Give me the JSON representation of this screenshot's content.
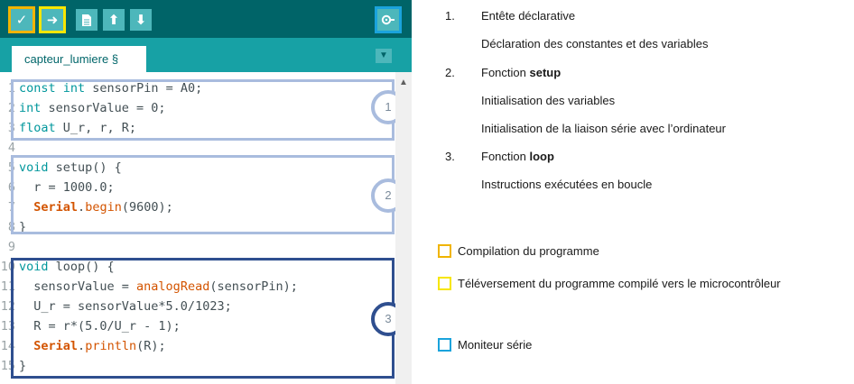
{
  "toolbar": {
    "verify_icon": "checkmark-icon",
    "upload_icon": "arrow-right-icon",
    "new_icon": "new-file-icon",
    "open_icon": "open-arrow-up-icon",
    "save_icon": "save-arrow-down-icon",
    "serial_monitor_icon": "magnifier-icon"
  },
  "tab": {
    "label": "capteur_lumiere §"
  },
  "code_lines": [
    {
      "n": "1",
      "text": "const int sensorPin = A0;"
    },
    {
      "n": "2",
      "text": "int sensorValue = 0;"
    },
    {
      "n": "3",
      "text": "float U_r, r, R;"
    },
    {
      "n": "4",
      "text": ""
    },
    {
      "n": "5",
      "text": "void setup() {"
    },
    {
      "n": "6",
      "text": "  r = 1000.0;"
    },
    {
      "n": "7",
      "text": "  Serial.begin(9600);"
    },
    {
      "n": "8",
      "text": "}"
    },
    {
      "n": "9",
      "text": ""
    },
    {
      "n": "10",
      "text": "void loop() {"
    },
    {
      "n": "11",
      "text": "  sensorValue = analogRead(sensorPin);"
    },
    {
      "n": "12",
      "text": "  U_r = sensorValue*5.0/1023;"
    },
    {
      "n": "13",
      "text": "  R = r*(5.0/U_r - 1);"
    },
    {
      "n": "14",
      "text": "  Serial.println(R);"
    },
    {
      "n": "15",
      "text": "}"
    }
  ],
  "blocks": [
    {
      "label": "1",
      "color": "#a9bcde"
    },
    {
      "label": "2",
      "color": "#a9bcde"
    },
    {
      "label": "3",
      "color": "#2f4f8f"
    }
  ],
  "legend": {
    "items": [
      {
        "num": "1.",
        "title": "Entête déclarative",
        "bold": "",
        "subs": [
          "Déclaration des constantes et des variables"
        ]
      },
      {
        "num": "2.",
        "title": "Fonction ",
        "bold": "setup",
        "subs": [
          "Initialisation des variables",
          "Initialisation de la liaison série avec l’ordinateur"
        ]
      },
      {
        "num": "3.",
        "title": "Fonction ",
        "bold": "loop",
        "subs": [
          "Instructions exécutées en boucle"
        ]
      }
    ],
    "keys": [
      {
        "color": "#f0b400",
        "label": "Compilation du programme"
      },
      {
        "color": "#f7e600",
        "label": "Téléversement du programme compilé vers le microcontrôleur"
      },
      {
        "color": "#1aa3dc",
        "label": "Moniteur série"
      }
    ]
  },
  "colors": {
    "toolbar_bg": "#006468",
    "tabbar_bg": "#17a1a5",
    "button_bg": "#4db7bb",
    "keyword": "#00979c",
    "builtin": "#d35400"
  }
}
